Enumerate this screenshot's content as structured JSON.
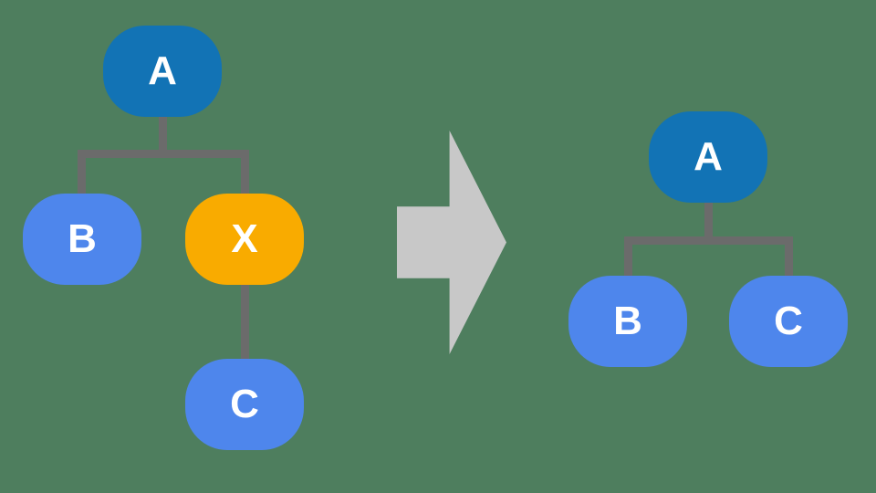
{
  "colors": {
    "background": "#4e7e5e",
    "parent_node": "#1273b5",
    "child_node": "#4e86ec",
    "highlight_node": "#f9ab00",
    "connector": "#6b6b6b",
    "arrow": "#c8c8c8"
  },
  "left_tree": {
    "root": "A",
    "child_b": "B",
    "child_x": "X",
    "grandchild_c": "C"
  },
  "right_tree": {
    "root": "A",
    "child_b": "B",
    "child_c": "C"
  }
}
